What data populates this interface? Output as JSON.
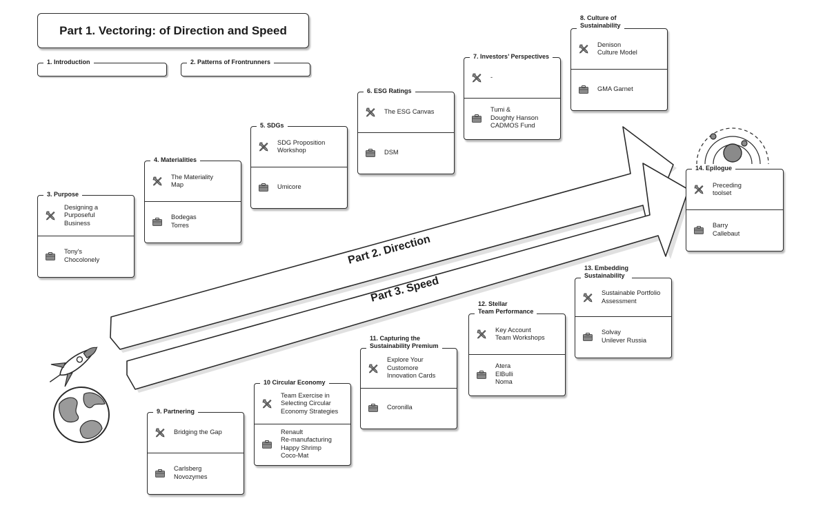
{
  "title": "Part 1. Vectoring: of Direction and Speed",
  "pills": [
    {
      "label": "1. Introduction"
    },
    {
      "label": "2. Patterns of Frontrunners"
    }
  ],
  "arrows": {
    "direction": "Part  2. Direction",
    "speed": "Part  3. Speed"
  },
  "cards": [
    {
      "id": "purpose",
      "header": "3. Purpose",
      "tool": "Designing a\nPurposeful\nBusiness",
      "case": "Tony's\nChocolonely"
    },
    {
      "id": "materialities",
      "header": "4. Materialities",
      "tool": "The Materiality\nMap",
      "case": "Bodegas\nTorres"
    },
    {
      "id": "sdgs",
      "header": "5. SDGs",
      "tool": "SDG Proposition\nWorkshop",
      "case": "Umicore"
    },
    {
      "id": "esg",
      "header": "6. ESG Ratings",
      "tool": "The ESG Canvas",
      "case": "DSM"
    },
    {
      "id": "investors",
      "header": "7. Investors’ Perspectives",
      "tool": "-",
      "case": "Tumi  &\nDoughty Hanson\nCADMOS Fund"
    },
    {
      "id": "culture",
      "header": "8. Culture of\nSustainability",
      "tool": "Denison\nCulture Model",
      "case": "GMA Garnet"
    },
    {
      "id": "epilogue",
      "header": "14. Epilogue",
      "tool": "Preceding\ntoolset",
      "case": "Barry\nCallebaut"
    },
    {
      "id": "partnering",
      "header": "9. Partnering",
      "tool": "Bridging the Gap",
      "case": "Carlsberg\nNovozymes"
    },
    {
      "id": "circular",
      "header": "10 Circular Economy",
      "tool": "Team Exercise in\nSelecting Circular\nEconomy Strategies",
      "case": "Renault\nRe-manufacturing\nHappy Shrimp\nCoco-Mat"
    },
    {
      "id": "capturing",
      "header": "11. Capturing the\nSustainability Premium",
      "tool": "Explore Your\nCustomore\nInnovation Cards",
      "case": "Coronilla"
    },
    {
      "id": "stellar",
      "header": "12. Stellar\nTeam Performance",
      "tool": "Key Account\nTeam Workshops",
      "case": "Atera\nElBulli\nNoma"
    },
    {
      "id": "embedding",
      "header": "13. Embedding\nSustainability",
      "tool": "Sustainable Portfolio\nAssessment",
      "case": "Solvay\nUnilever Russia"
    }
  ],
  "icons": {
    "tool": "tools-icon",
    "case": "briefcase-icon",
    "rocket": "rocket-icon",
    "globe": "globe-icon",
    "orbit": "orbit-icon"
  }
}
